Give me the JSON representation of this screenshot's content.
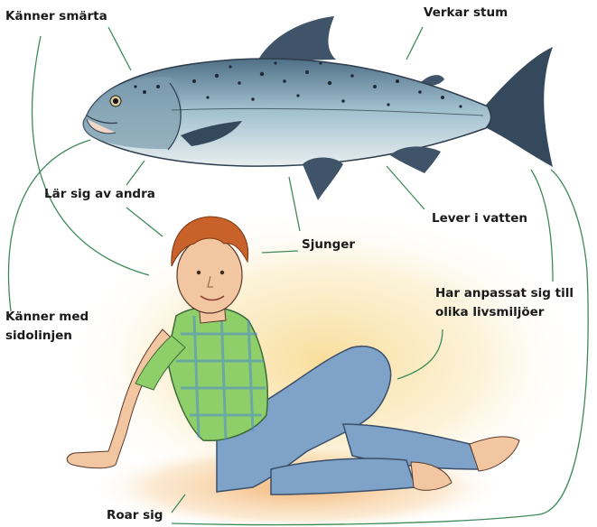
{
  "labels": {
    "kanner_smarta": "Känner smärta",
    "verkar_stum": "Verkar stum",
    "lar_sig_av_andra": "Lär sig av andra",
    "lever_i_vatten": "Lever i vatten",
    "sjunger": "Sjunger",
    "har_anpassat_line1": "Har anpassat sig till",
    "har_anpassat_line2": "olika livsmiljöer",
    "kanner_med_line1": "Känner med",
    "kanner_med_line2": "sidolinjen",
    "roar_sig": "Roar sig"
  },
  "colors": {
    "line": "#3e8a5a",
    "text": "#1a1a1a",
    "fish_body": "#8fb3c2",
    "fish_fin": "#3f5468",
    "glow": "#f7d27a",
    "shirt": "#8fcf6a",
    "jeans": "#7fa3c8",
    "hair": "#c8612a",
    "skin": "#f3c6a2"
  },
  "icons": [
    "salmon-illustration",
    "boy-illustration"
  ]
}
